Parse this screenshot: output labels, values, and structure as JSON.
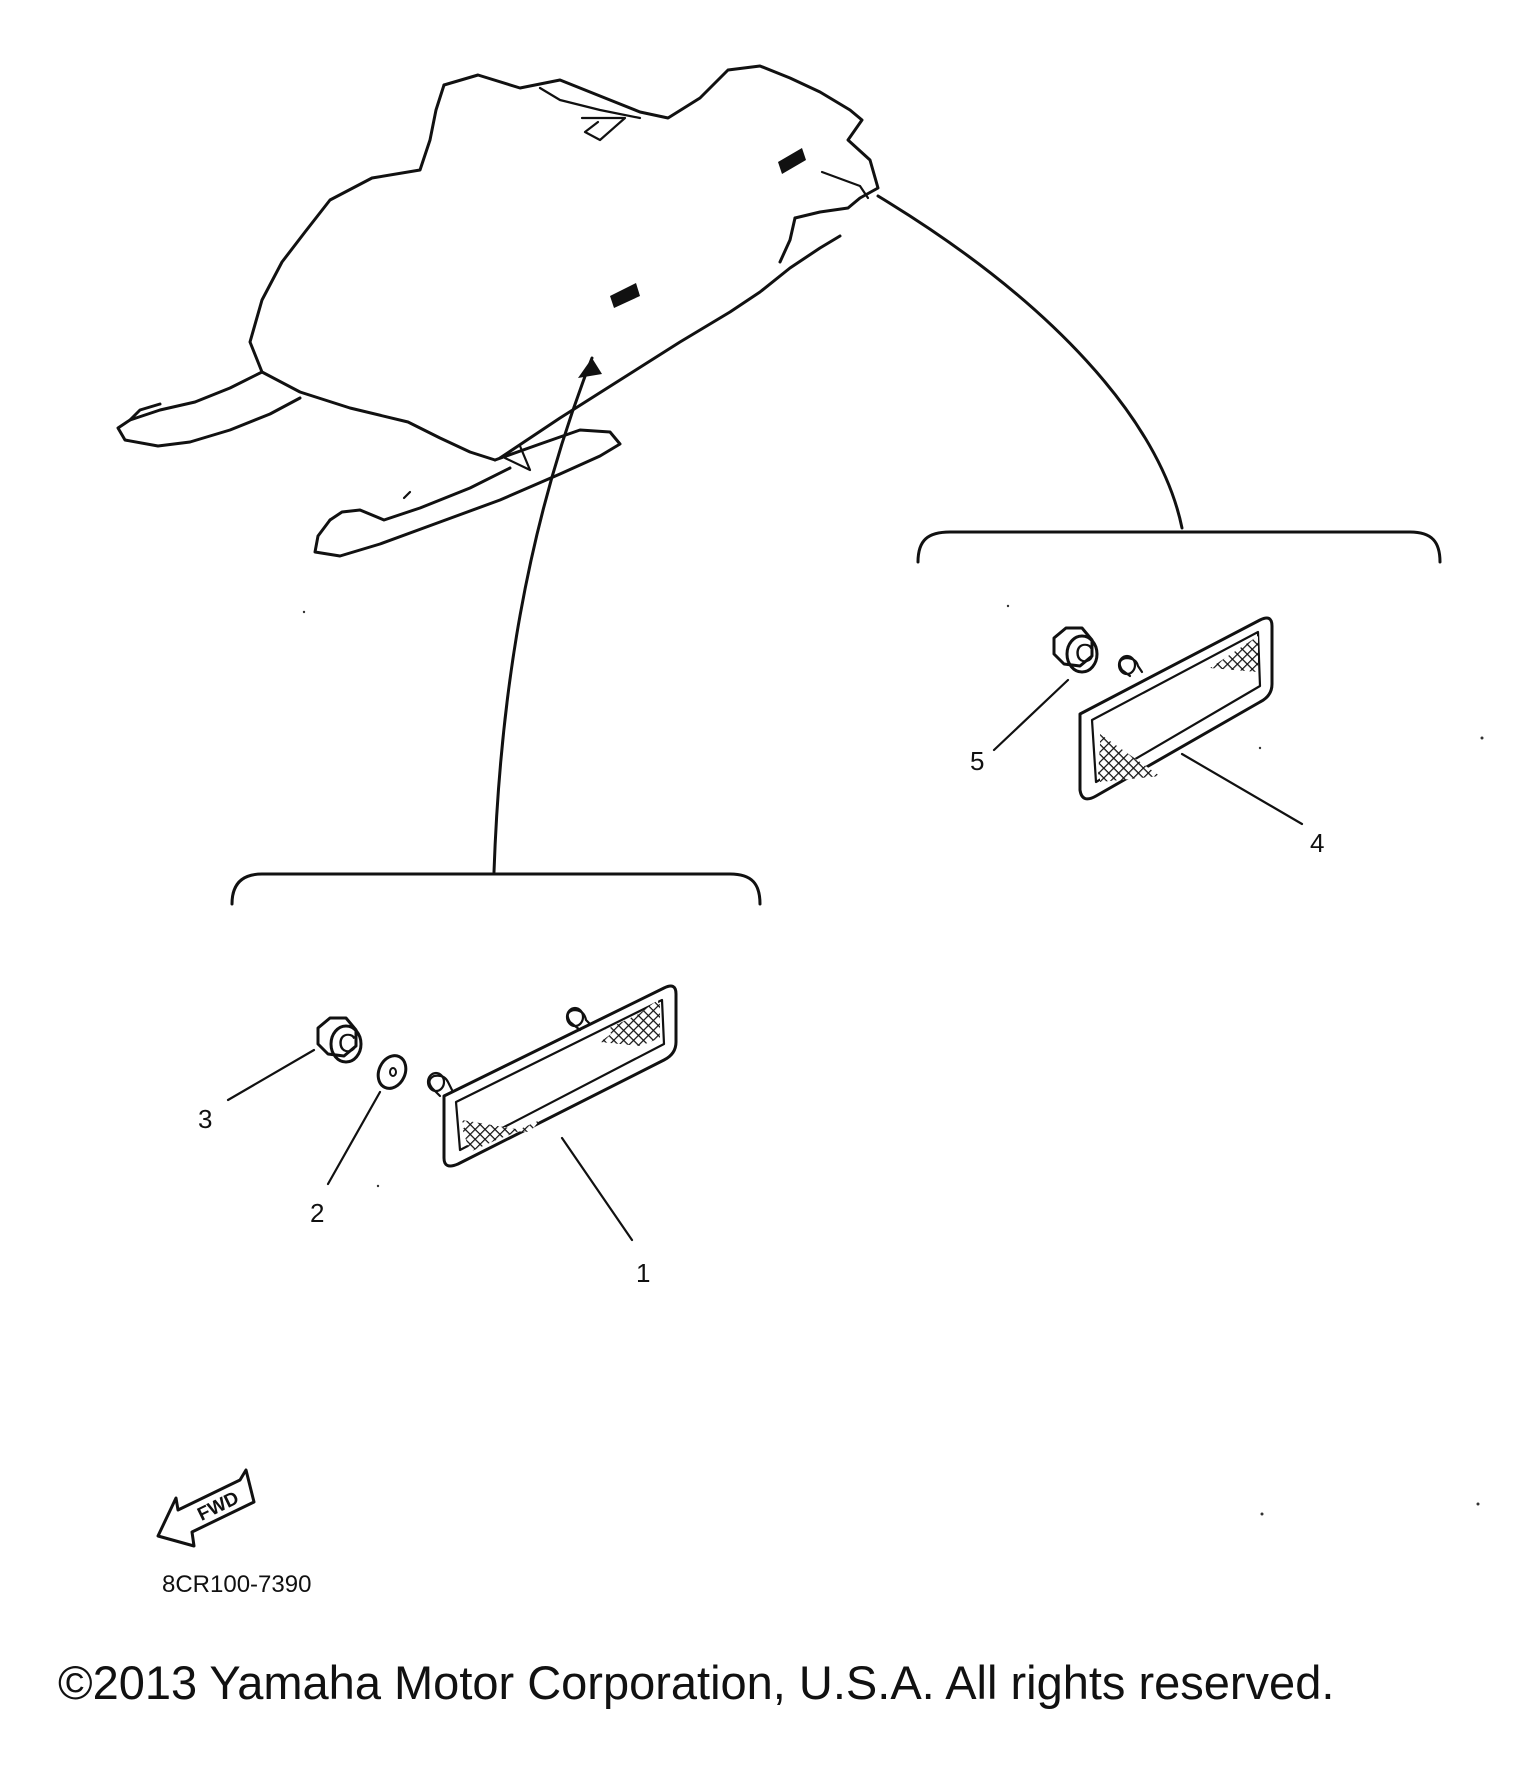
{
  "callouts": [
    {
      "id": "1",
      "label": "1"
    },
    {
      "id": "2",
      "label": "2"
    },
    {
      "id": "3",
      "label": "3"
    },
    {
      "id": "4",
      "label": "4"
    },
    {
      "id": "5",
      "label": "5"
    }
  ],
  "direction_badge": {
    "label": "FWD"
  },
  "part_code": "8CR100-7390",
  "copyright": "©2013 Yamaha Motor Corporation, U.S.A. All rights reserved.",
  "nut_marking": "C"
}
